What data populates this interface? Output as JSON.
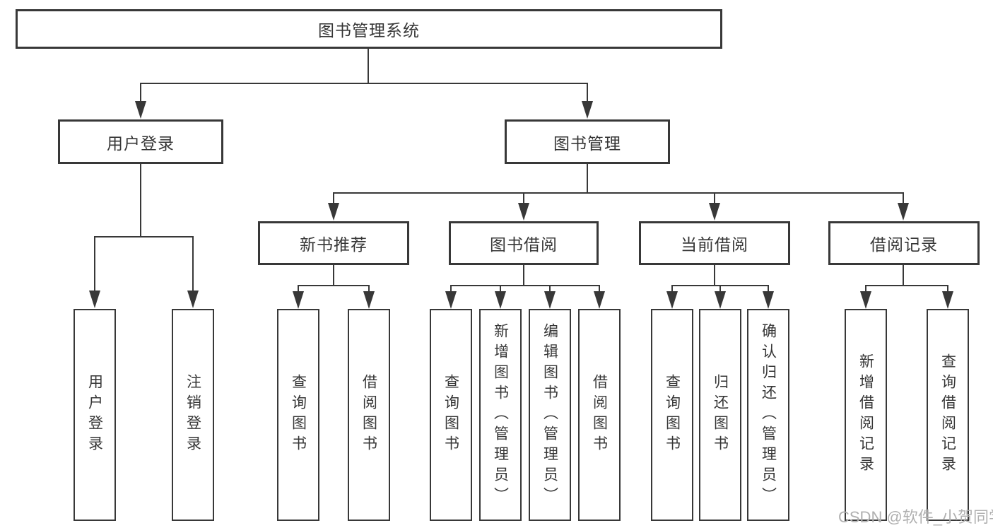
{
  "diagram_type": "hierarchy-tree",
  "tree": {
    "label": "图书管理系统",
    "children": [
      {
        "label": "用户登录",
        "children": [
          {
            "label": "用户登录"
          },
          {
            "label": "注销登录"
          }
        ]
      },
      {
        "label": "图书管理",
        "children": [
          {
            "label": "新书推荐",
            "children": [
              {
                "label": "查询图书"
              },
              {
                "label": "借阅图书"
              }
            ]
          },
          {
            "label": "图书借阅",
            "children": [
              {
                "label": "查询图书"
              },
              {
                "label": "新增图书（管理员）"
              },
              {
                "label": "编辑图书（管理员）"
              },
              {
                "label": "借阅图书"
              }
            ]
          },
          {
            "label": "当前借阅",
            "children": [
              {
                "label": "查询图书"
              },
              {
                "label": "归还图书"
              },
              {
                "label": "确认归还（管理员）"
              }
            ]
          },
          {
            "label": "借阅记录",
            "children": [
              {
                "label": "新增借阅记录"
              },
              {
                "label": "查询借阅记录"
              }
            ]
          }
        ]
      }
    ]
  },
  "watermark": {
    "text": "CSDN @软件_小贺同学"
  },
  "colors": {
    "line": "#383838",
    "text": "#363636",
    "watermark_text": "#b0b0b0",
    "background": "#ffffff"
  }
}
